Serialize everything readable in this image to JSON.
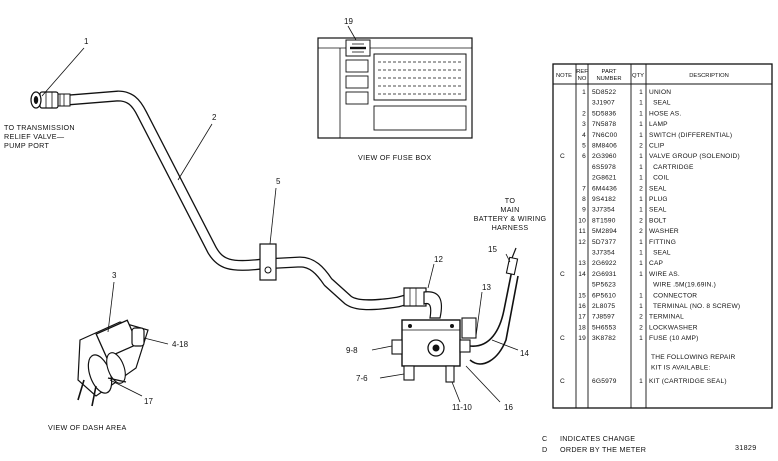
{
  "callouts": [
    "1",
    "2",
    "3",
    "4-18",
    "5",
    "9-8",
    "7-6",
    "11-10",
    "12",
    "13",
    "14",
    "15",
    "16",
    "17",
    "19"
  ],
  "labels": {
    "transmission": [
      "TO TRANSMISSION",
      "RELIEF VALVE—",
      "PUMP PORT"
    ],
    "harness": [
      "TO",
      "MAIN",
      "BATTERY & WIRING",
      "HARNESS"
    ],
    "fuse_box": "VIEW OF FUSE BOX",
    "dash": "VIEW OF DASH AREA"
  },
  "table": {
    "headers": {
      "note": "NOTE",
      "ref": [
        "REF",
        "NO"
      ],
      "part": [
        "PART",
        "NUMBER"
      ],
      "qty": "QTY",
      "desc": "DESCRIPTION"
    },
    "rows": [
      {
        "note": "",
        "ref": "1",
        "part": "5D8522",
        "qty": "1",
        "desc": "UNION"
      },
      {
        "note": "",
        "ref": "",
        "part": "3J1907",
        "qty": "1",
        "desc": "  SEAL"
      },
      {
        "note": "",
        "ref": "2",
        "part": "5D5836",
        "qty": "1",
        "desc": "HOSE AS."
      },
      {
        "note": "",
        "ref": "3",
        "part": "7N5878",
        "qty": "1",
        "desc": "LAMP"
      },
      {
        "note": "",
        "ref": "4",
        "part": "7N6C00",
        "qty": "1",
        "desc": "SWITCH (DIFFERENTIAL)"
      },
      {
        "note": "",
        "ref": "5",
        "part": "8M8406",
        "qty": "2",
        "desc": "CLIP"
      },
      {
        "note": "C",
        "ref": "6",
        "part": "2G3960",
        "qty": "1",
        "desc": "VALVE GROUP (SOLENOID)"
      },
      {
        "note": "",
        "ref": "",
        "part": "6S5978",
        "qty": "1",
        "desc": "  CARTRIDGE"
      },
      {
        "note": "",
        "ref": "",
        "part": "2G8621",
        "qty": "1",
        "desc": "  COIL"
      },
      {
        "note": "",
        "ref": "7",
        "part": "6M4436",
        "qty": "2",
        "desc": "SEAL"
      },
      {
        "note": "",
        "ref": "8",
        "part": "9S4182",
        "qty": "1",
        "desc": "PLUG"
      },
      {
        "note": "",
        "ref": "9",
        "part": "3J7354",
        "qty": "1",
        "desc": "SEAL"
      },
      {
        "note": "",
        "ref": "10",
        "part": "8T1590",
        "qty": "2",
        "desc": "BOLT"
      },
      {
        "note": "",
        "ref": "11",
        "part": "5M2894",
        "qty": "2",
        "desc": "WASHER"
      },
      {
        "note": "",
        "ref": "12",
        "part": "5D7377",
        "qty": "1",
        "desc": "FITTING"
      },
      {
        "note": "",
        "ref": "",
        "part": "3J7354",
        "qty": "1",
        "desc": "  SEAL"
      },
      {
        "note": "",
        "ref": "13",
        "part": "2G6922",
        "qty": "1",
        "desc": "CAP"
      },
      {
        "note": "C",
        "ref": "14",
        "part": "2G6931",
        "qty": "1",
        "desc": "WIRE AS."
      },
      {
        "note": "",
        "ref": "",
        "part": "5P5623",
        "qty": "",
        "desc": "  WIRE .5M(19.69IN.)"
      },
      {
        "note": "",
        "ref": "15",
        "part": "6P5610",
        "qty": "1",
        "desc": "  CONNECTOR"
      },
      {
        "note": "",
        "ref": "16",
        "part": "2L8075",
        "qty": "1",
        "desc": "  TERMINAL (NO. 8 SCREW)"
      },
      {
        "note": "",
        "ref": "17",
        "part": "7J8597",
        "qty": "2",
        "desc": "TERMINAL"
      },
      {
        "note": "",
        "ref": "18",
        "part": "5H6553",
        "qty": "2",
        "desc": "LOCKWASHER"
      },
      {
        "note": "C",
        "ref": "19",
        "part": "3K8782",
        "qty": "1",
        "desc": "FUSE (10 AMP)"
      }
    ],
    "kit_note": [
      "THE FOLLOWING REPAIR",
      "KIT IS AVAILABLE:"
    ],
    "kit_row": {
      "note": "C",
      "part": "6G5979",
      "qty": "1",
      "desc": "KIT (CARTRIDGE SEAL)"
    }
  },
  "legend": [
    {
      "code": "C",
      "text": "INDICATES CHANGE"
    },
    {
      "code": "D",
      "text": "ORDER BY THE METER"
    }
  ],
  "figure_number": "31829"
}
